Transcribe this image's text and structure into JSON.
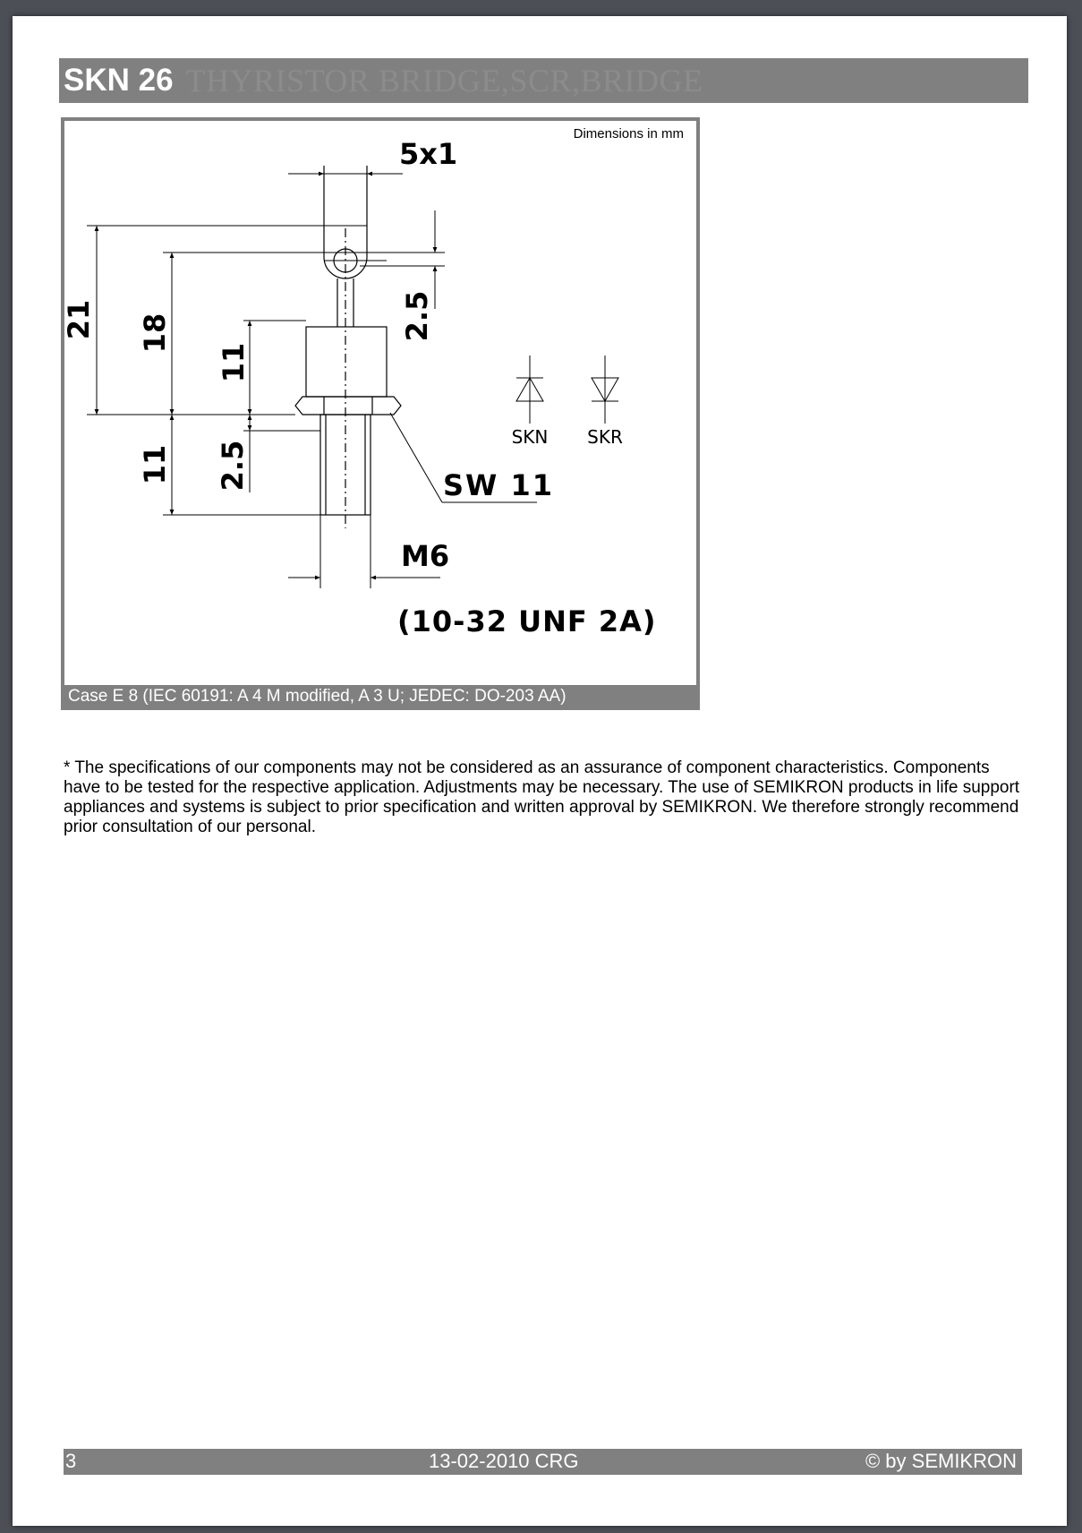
{
  "header": {
    "title": "SKN 26",
    "subtitle": "THYRISTOR BRIDGE,SCR,BRIDGE"
  },
  "figure": {
    "units_note": "Dimensions in mm",
    "caption": "Case E 8 (IEC 60191: A 4 M modified, A 3 U; JEDEC: DO-203 AA)",
    "labels": {
      "lug": "5x1",
      "height_total": "21",
      "height_hole": "18",
      "height_body": "11",
      "thread_length": "11",
      "lug_hole": "2.5",
      "thread_offset": "2.5",
      "wrench": "SW 11",
      "thread": "M6",
      "thread_alt": "(10-32 UNF 2A)",
      "symbol_skn": "SKN",
      "symbol_skr": "SKR"
    }
  },
  "disclaimer": "* The specifications of our components may not be considered as an assurance of component characteristics. Components have to be tested for the respective application. Adjustments may be necessary. The use of SEMIKRON products in life support appliances and systems is subject to prior specification and written approval by SEMIKRON. We therefore strongly recommend prior consultation of our personal.",
  "footer": {
    "page": "3",
    "date": "13-02-2010  CRG",
    "copyright": "© by SEMIKRON"
  },
  "colors": {
    "bar": "#808080",
    "page_bg": "#ffffff",
    "frame": "#4c5056"
  }
}
